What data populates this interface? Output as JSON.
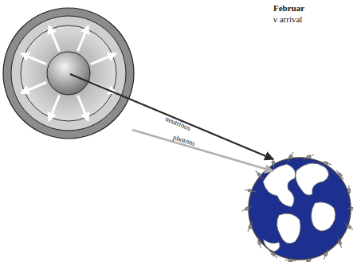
{
  "diagram": {
    "labels": [
      "Februar",
      "ν arrival",
      "neutrinos",
      "photons"
    ]
  }
}
